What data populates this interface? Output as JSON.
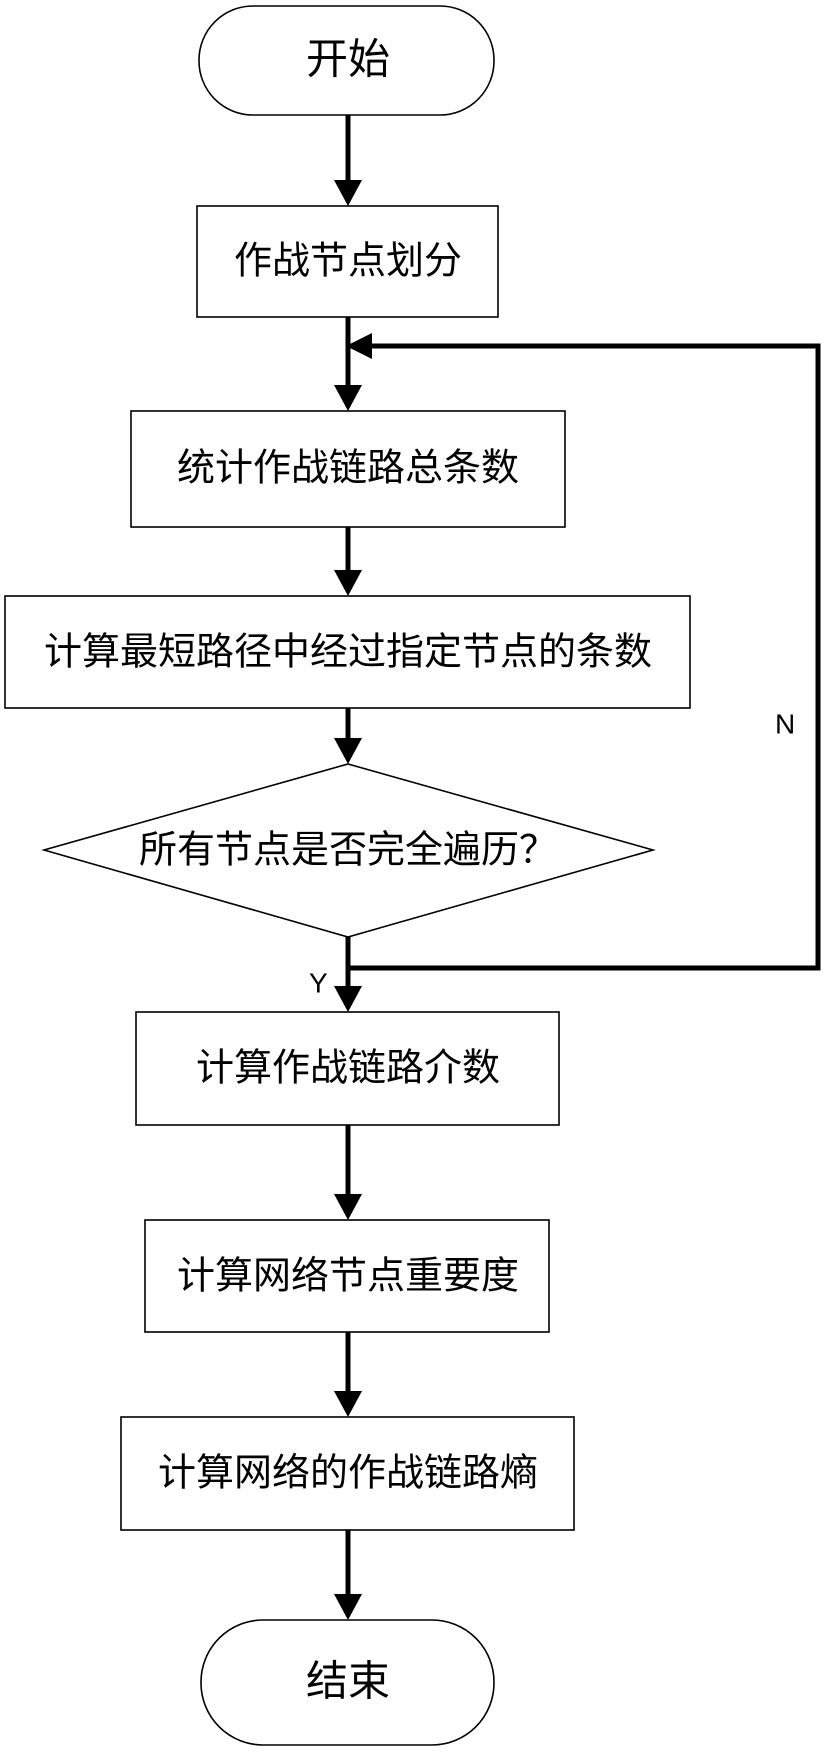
{
  "nodes": {
    "start": "开始",
    "divide": "作战节点划分",
    "count_links": "统计作战链路总条数",
    "shortest_paths": "计算最短路径中经过指定节点的条数",
    "decision": "所有节点是否完全遍历？",
    "betweenness": "计算作战链路介数",
    "importance": "计算网络节点重要度",
    "entropy": "计算网络的作战链路熵",
    "end": "结束"
  },
  "branches": {
    "no": "N",
    "yes": "Y"
  },
  "colors": {
    "stroke": "#000000",
    "fill": "#ffffff",
    "text": "#000000"
  }
}
